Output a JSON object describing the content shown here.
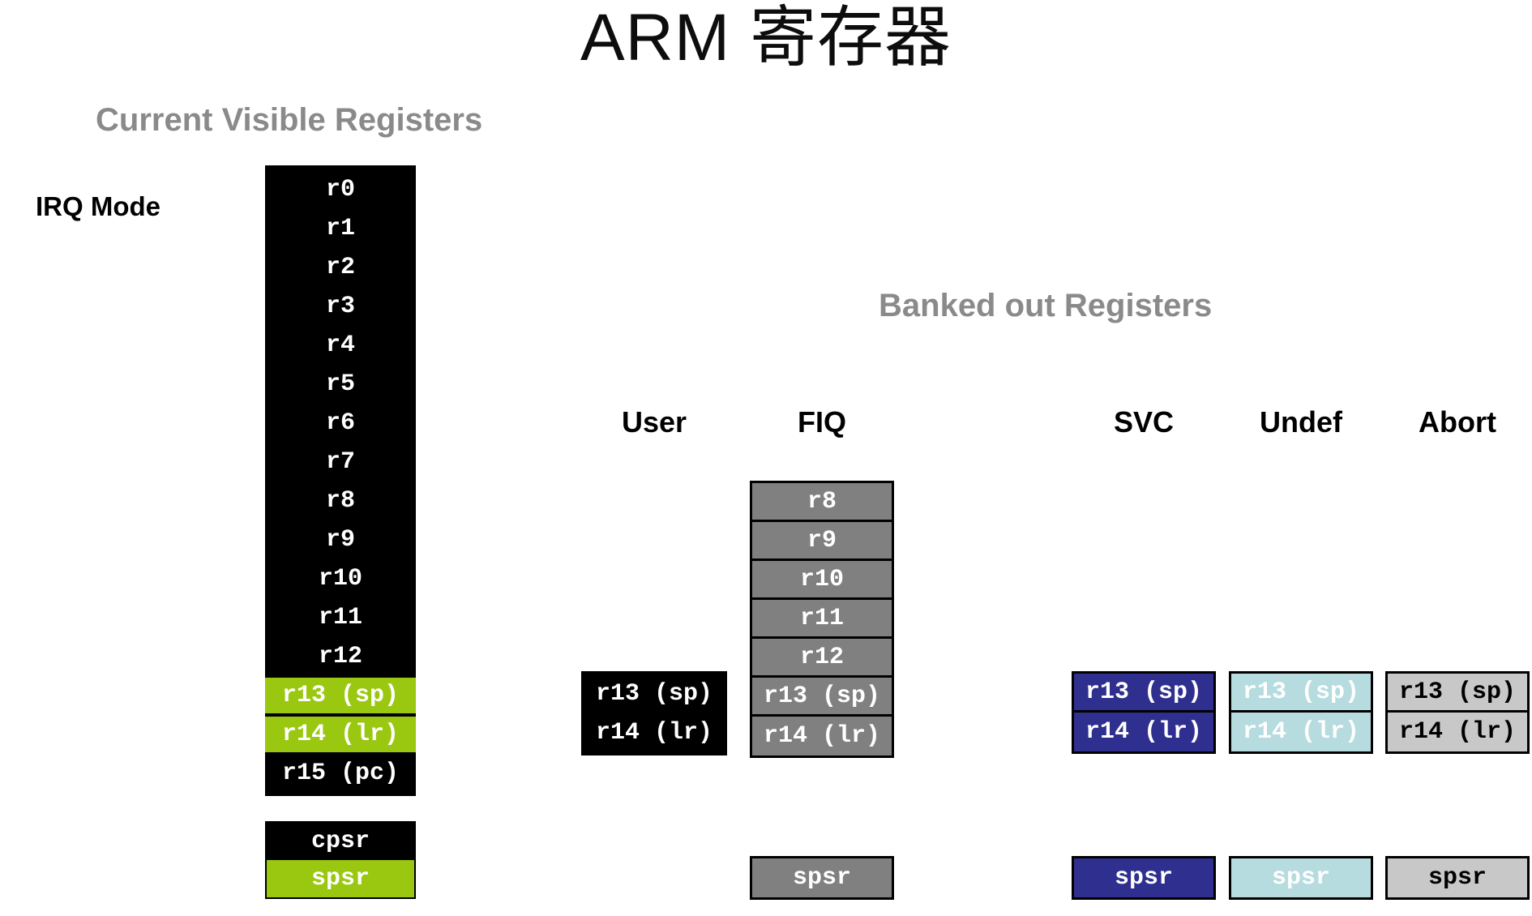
{
  "slide": {
    "title": "ARM 寄存器",
    "headings": {
      "current_visible": "Current Visible Registers",
      "banked_out": "Banked out Registers"
    },
    "mode_label": "IRQ Mode"
  },
  "colors": {
    "title_text": "#0d0d0d",
    "heading_gray": "#8a8a8a",
    "irq_background": "#000000",
    "highlight_green": "#9ac70f",
    "fiq_gray": "#808080",
    "svc_navy": "#2f2f8f",
    "undef_lightblue": "#b6dce0",
    "abort_lightgray": "#c8c8c8",
    "page_background": "#ffffff"
  },
  "column_headers": [
    {
      "key": "user",
      "label": "User"
    },
    {
      "key": "fiq",
      "label": "FIQ"
    },
    {
      "key": "svc",
      "label": "SVC"
    },
    {
      "key": "undef",
      "label": "Undef"
    },
    {
      "key": "abort",
      "label": "Abort"
    }
  ],
  "irq_column": {
    "mode": "IRQ",
    "registers": [
      {
        "label": "r0",
        "state": "normal"
      },
      {
        "label": "r1",
        "state": "normal"
      },
      {
        "label": "r2",
        "state": "normal"
      },
      {
        "label": "r3",
        "state": "normal"
      },
      {
        "label": "r4",
        "state": "normal"
      },
      {
        "label": "r5",
        "state": "normal"
      },
      {
        "label": "r6",
        "state": "normal"
      },
      {
        "label": "r7",
        "state": "normal"
      },
      {
        "label": "r8",
        "state": "normal"
      },
      {
        "label": "r9",
        "state": "normal"
      },
      {
        "label": "r10",
        "state": "normal"
      },
      {
        "label": "r11",
        "state": "normal"
      },
      {
        "label": "r12",
        "state": "normal"
      },
      {
        "label": "r13 (sp)",
        "state": "highlighted"
      },
      {
        "label": "r14 (lr)",
        "state": "highlighted"
      },
      {
        "label": "r15 (pc)",
        "state": "normal"
      }
    ],
    "status_registers": [
      {
        "label": "cpsr",
        "state": "normal"
      },
      {
        "label": "spsr",
        "state": "highlighted"
      }
    ]
  },
  "banked": {
    "user": {
      "registers": [
        "r13 (sp)",
        "r14 (lr)"
      ],
      "spsr": null
    },
    "fiq": {
      "registers": [
        "r8",
        "r9",
        "r10",
        "r11",
        "r12",
        "r13 (sp)",
        "r14 (lr)"
      ],
      "spsr": "spsr"
    },
    "svc": {
      "registers": [
        "r13 (sp)",
        "r14 (lr)"
      ],
      "spsr": "spsr"
    },
    "undef": {
      "registers": [
        "r13 (sp)",
        "r14 (lr)"
      ],
      "spsr": "spsr"
    },
    "abort": {
      "registers": [
        "r13 (sp)",
        "r14 (lr)"
      ],
      "spsr": "spsr"
    }
  }
}
